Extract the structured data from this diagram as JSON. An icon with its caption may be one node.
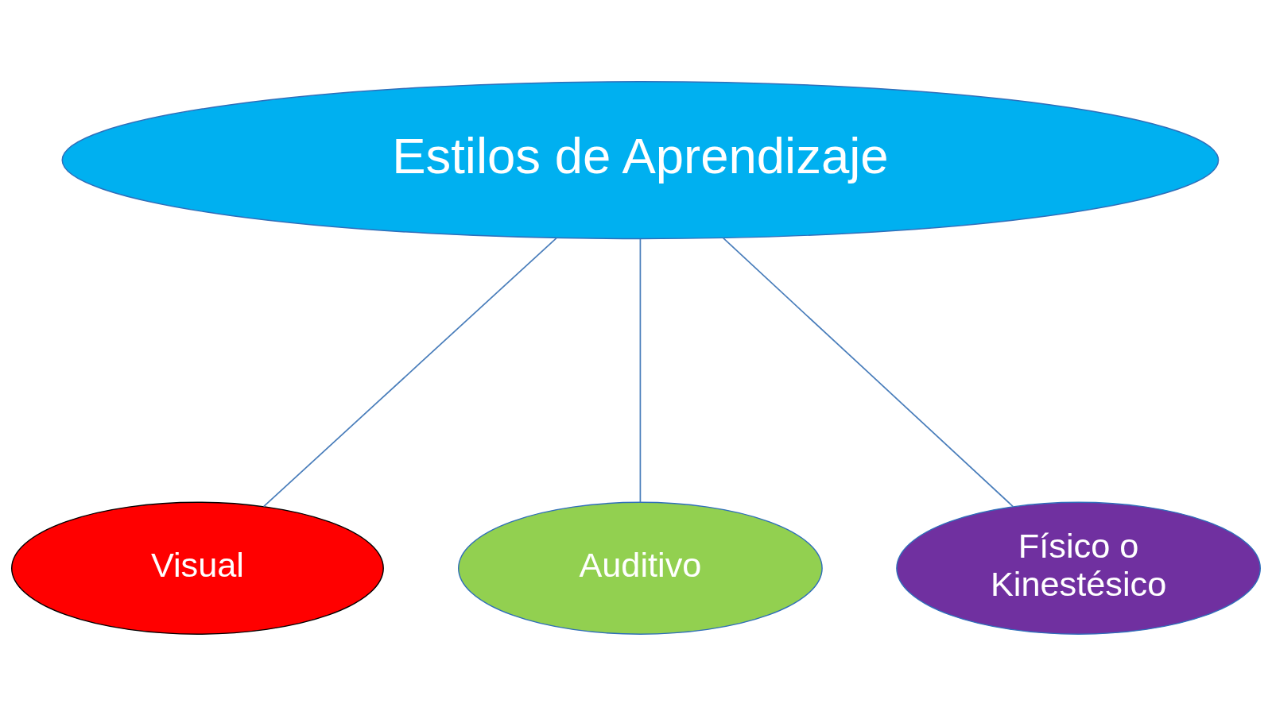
{
  "diagram": {
    "nodes": [
      {
        "text": [
          "Estilos de Aprendizaje"
        ]
      },
      {
        "text": [
          "Visual"
        ]
      },
      {
        "text": [
          "Auditivo"
        ]
      },
      {
        "text": [
          "Físico o Kinestésico"
        ]
      }
    ],
    "edges": [
      {
        "from": 0,
        "to": 1,
        "arrow": "none"
      },
      {
        "from": 0,
        "to": 2,
        "arrow": "none"
      },
      {
        "from": 0,
        "to": 3,
        "arrow": "none"
      }
    ]
  }
}
